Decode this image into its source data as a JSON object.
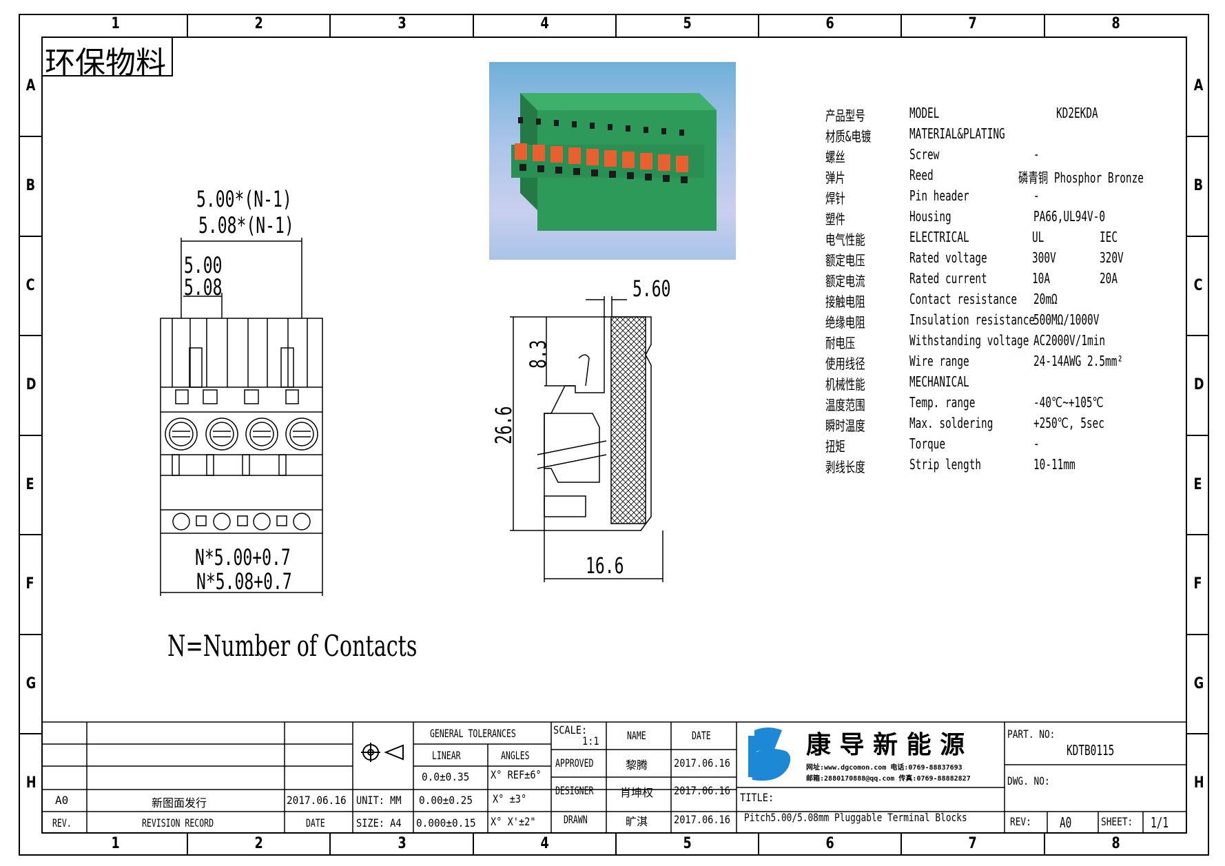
{
  "badge": "环保物料",
  "columns": [
    "1",
    "2",
    "3",
    "4",
    "5",
    "6",
    "7",
    "8"
  ],
  "rows": [
    "A",
    "B",
    "C",
    "D",
    "E",
    "F",
    "G",
    "H"
  ],
  "front_view": {
    "dim_total_1": "5.00*(N-1)",
    "dim_total_2": "5.08*(N-1)",
    "dim_pitch_1": "5.00",
    "dim_pitch_2": "5.08",
    "dim_width_1": "N*5.00+0.7",
    "dim_width_2": "N*5.08+0.7"
  },
  "side_view": {
    "dim_top": "5.60",
    "dim_pin": "8.3",
    "dim_height": "26.6",
    "dim_depth": "16.6"
  },
  "note": "N=Number of Contacts",
  "specs": [
    {
      "cn": "产品型号",
      "en": "MODEL",
      "v1": "KD2EKDA",
      "v2": ""
    },
    {
      "cn": "材质&电镀",
      "en": "MATERIAL&PLATING",
      "v1": "",
      "v2": ""
    },
    {
      "cn": "螺丝",
      "en": "Screw",
      "v1": "-",
      "v2": ""
    },
    {
      "cn": "弹片",
      "en": "Reed",
      "v1": "磷青铜 Phosphor Bronze",
      "v2": ""
    },
    {
      "cn": "焊针",
      "en": "Pin header",
      "v1": "-",
      "v2": ""
    },
    {
      "cn": "塑件",
      "en": "Housing",
      "v1": "PA66,UL94V-0",
      "v2": ""
    },
    {
      "cn": "电气性能",
      "en": "ELECTRICAL",
      "v1": "UL",
      "v2": "IEC"
    },
    {
      "cn": "额定电压",
      "en": "Rated voltage",
      "v1": "300V",
      "v2": "320V"
    },
    {
      "cn": "额定电流",
      "en": "Rated current",
      "v1": "10A",
      "v2": "20A"
    },
    {
      "cn": "接触电阻",
      "en": "Contact resistance",
      "v1": "20mΩ",
      "v2": ""
    },
    {
      "cn": "绝缘电阻",
      "en": "Insulation resistance",
      "v1": "500MΩ/1000V",
      "v2": ""
    },
    {
      "cn": "耐电压",
      "en": "Withstanding voltage",
      "v1": "AC2000V/1min",
      "v2": ""
    },
    {
      "cn": "使用线径",
      "en": "Wire range",
      "v1": "24-14AWG 2.5mm²",
      "v2": ""
    },
    {
      "cn": "机械性能",
      "en": "MECHANICAL",
      "v1": "",
      "v2": ""
    },
    {
      "cn": "温度范围",
      "en": "Temp. range",
      "v1": "-40℃~+105℃",
      "v2": ""
    },
    {
      "cn": "瞬时温度",
      "en": "Max. soldering",
      "v1": "+250℃, 5sec",
      "v2": ""
    },
    {
      "cn": "扭矩",
      "en": "Torque",
      "v1": "-",
      "v2": ""
    },
    {
      "cn": "剥线长度",
      "en": "Strip length",
      "v1": "10-11mm",
      "v2": ""
    }
  ],
  "title_block": {
    "gen_tol": "GENERAL TOLERANCES",
    "linear": "LINEAR",
    "angles": "ANGLES",
    "lin": [
      "0.0±0.35",
      "0.00±0.25",
      "0.000±0.15"
    ],
    "ang": [
      "X° REF±6°",
      "X° ±3°",
      "X° X'±2\""
    ],
    "unit": "UNIT: MM",
    "size": "SIZE: A4",
    "scale_label": "SCALE:",
    "scale_value": "1:1",
    "name": "NAME",
    "date": "DATE",
    "approved": "APPROVED",
    "approved_name": "黎腾",
    "approved_date": "2017.06.16",
    "designer": "DESIGNER",
    "designer_name": "肖坤权",
    "designer_date": "2017.06.16",
    "drawn": "DRAWN",
    "drawn_name": "旷淇",
    "drawn_date": "2017.06.16",
    "company": "康 导 新 能 源",
    "web_label": "网址:",
    "web": "www.dgcomon.com",
    "tel_label": "电话:",
    "tel": "0769-88837693",
    "mail_label": "邮箱:",
    "mail": "2880170888@qq.com",
    "fax_label": "传真:",
    "fax": "0769-88882827",
    "title_label": "TITLE:",
    "title": "Pitch5.00/5.08mm Pluggable Terminal Blocks",
    "part_label": "PART. NO:",
    "part_no": "KDTB0115",
    "dwg_label": "DWG. NO:",
    "rev_label": "REV:",
    "rev_value": "A0",
    "sheet_label": "SHEET:",
    "sheet_value": "1/1",
    "rev_row": {
      "rev": "A0",
      "record": "新图面发行",
      "date": "2017.06.16"
    },
    "rev_header": {
      "rev": "REV.",
      "record": "REVISION RECORD",
      "date": "DATE"
    }
  },
  "colors": {
    "housing": "#2e9a5a",
    "latch": "#e8602f",
    "photo_bg": "#a9c4e8"
  }
}
